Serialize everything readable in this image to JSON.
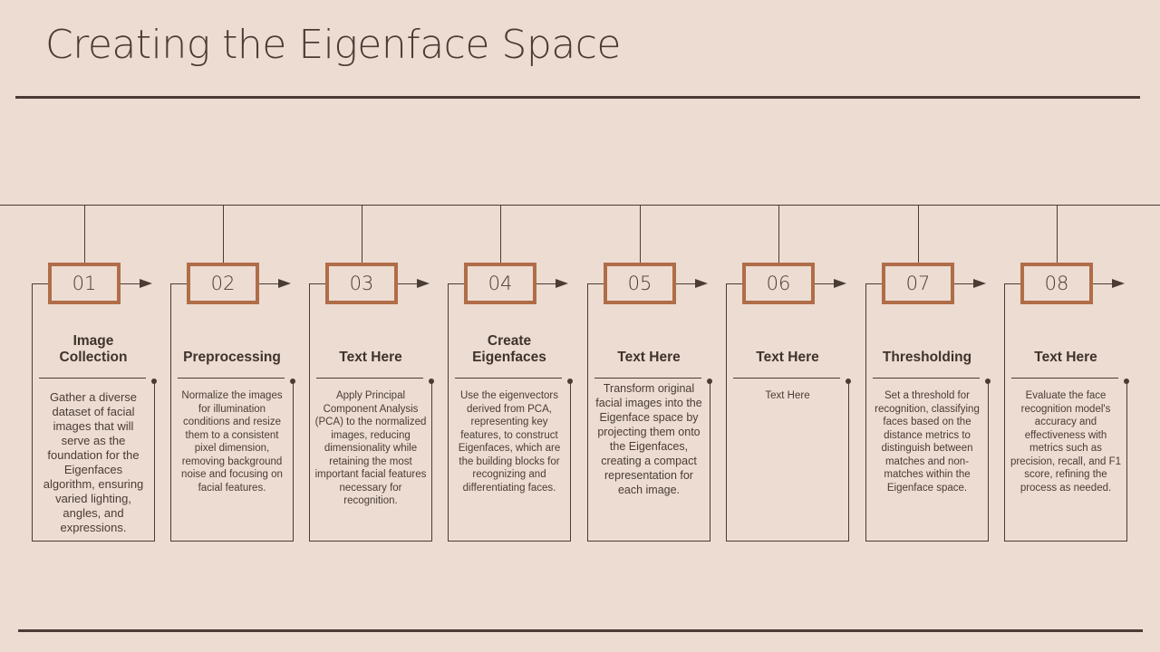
{
  "title": "Creating the Eigenface Space",
  "colors": {
    "background": "#ecdcd2",
    "accent": "#b06d48",
    "text": "#4a3c34"
  },
  "steps": [
    {
      "number": "01",
      "heading": "Image Collection",
      "body": "Gather a diverse dataset of facial images that will serve as the foundation for the Eigenfaces algorithm, ensuring varied lighting, angles, and expressions."
    },
    {
      "number": "02",
      "heading": "Preprocessing",
      "body": "Normalize the images for illumination conditions and resize them to a consistent pixel dimension, removing background noise and focusing on facial features."
    },
    {
      "number": "03",
      "heading": "Text Here",
      "body": "Apply Principal Component Analysis (PCA) to the normalized images, reducing dimensionality while retaining the most important facial features necessary for recognition."
    },
    {
      "number": "04",
      "heading": "Create Eigenfaces",
      "body": "Use the eigenvectors derived from PCA, representing key features, to construct Eigenfaces, which are the building blocks for recognizing and differentiating faces."
    },
    {
      "number": "05",
      "heading": "Text Here",
      "body": "Transform original facial images into the Eigenface space by projecting them onto the Eigenfaces, creating a compact representation for each image."
    },
    {
      "number": "06",
      "heading": "Text Here",
      "body": "Text Here"
    },
    {
      "number": "07",
      "heading": "Thresholding",
      "body": "Set a threshold for recognition, classifying faces based on the distance metrics to distinguish between matches and non-matches within the Eigenface space."
    },
    {
      "number": "08",
      "heading": "Text Here",
      "body": "Evaluate the face recognition model's accuracy and effectiveness with metrics such as precision, recall, and F1 score, refining the process as needed."
    }
  ]
}
